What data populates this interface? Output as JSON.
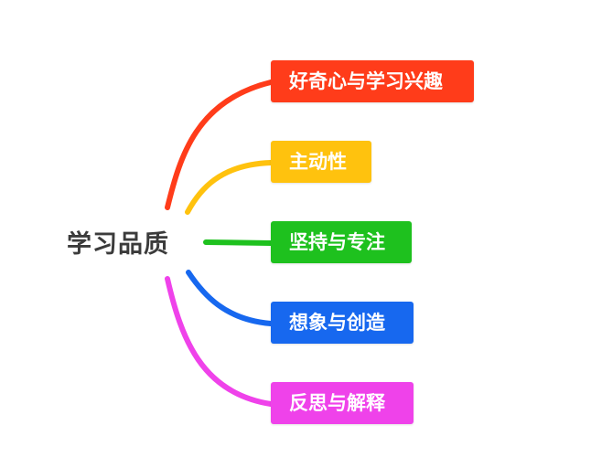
{
  "root": {
    "label": "学习品质"
  },
  "topics": [
    {
      "label": "好奇心与学习兴趣",
      "color": "#ff3c1a"
    },
    {
      "label": "主动性",
      "color": "#ffc20e"
    },
    {
      "label": "坚持与专注",
      "color": "#1ec11e"
    },
    {
      "label": "想象与创造",
      "color": "#1768ef"
    },
    {
      "label": "反思与解释",
      "color": "#ef42ea"
    }
  ]
}
